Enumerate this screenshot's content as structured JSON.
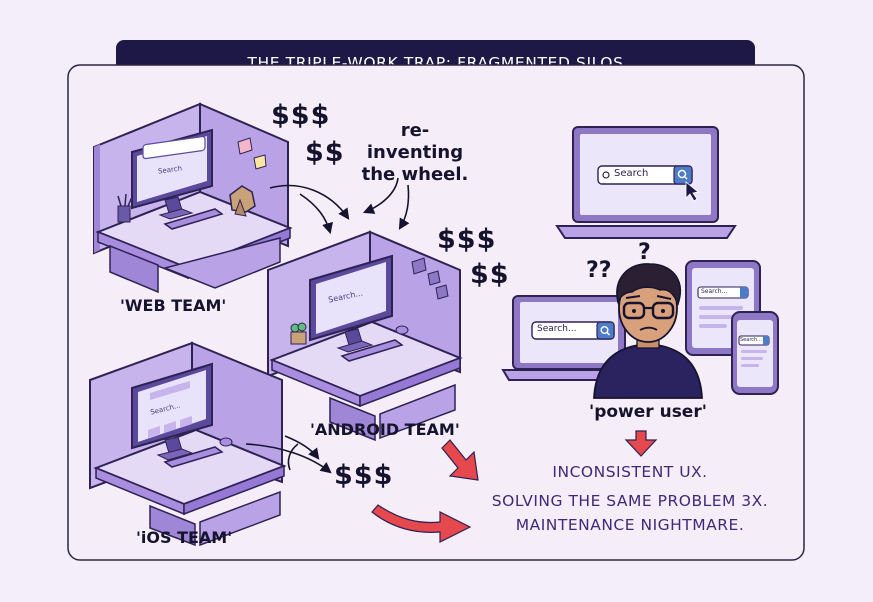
{
  "title": "THE TRIPLE-WORK TRAP: FRAGMENTED SILOS",
  "teams": {
    "web": "'WEB TEAM'",
    "android": "'ANDROID TEAM'",
    "ios": "'iOS TEAM'"
  },
  "annotation": {
    "line1": "re-inventing",
    "line2": "the wheel."
  },
  "costs": {
    "web_line1": "$$$",
    "web_line2": "$$",
    "android_line1": "$$$",
    "android_line2": "$$",
    "ios_line1": "$$$"
  },
  "screens": {
    "web_search": "Search",
    "android_search": "Search...",
    "ios_search": "Search...",
    "user_laptop_search": "Search",
    "user_left_search": "Search...",
    "tablet_search": "Search...",
    "phone_search": "Search..."
  },
  "user": {
    "label": "'power user'",
    "question_left": "??",
    "question_right": "?"
  },
  "outcomes": {
    "line1": "INCONSISTENT UX.",
    "line2": "SOLVING THE SAME PROBLEM 3X.",
    "line3": "MAINTENANCE NIGHTMARE."
  },
  "colors": {
    "title_bg": "#1d1846",
    "accent_purple": "#a98ee0",
    "arrow_red": "#e5484d",
    "search_blue": "#4f7cc9",
    "outcome_text": "#3d2a7a"
  }
}
